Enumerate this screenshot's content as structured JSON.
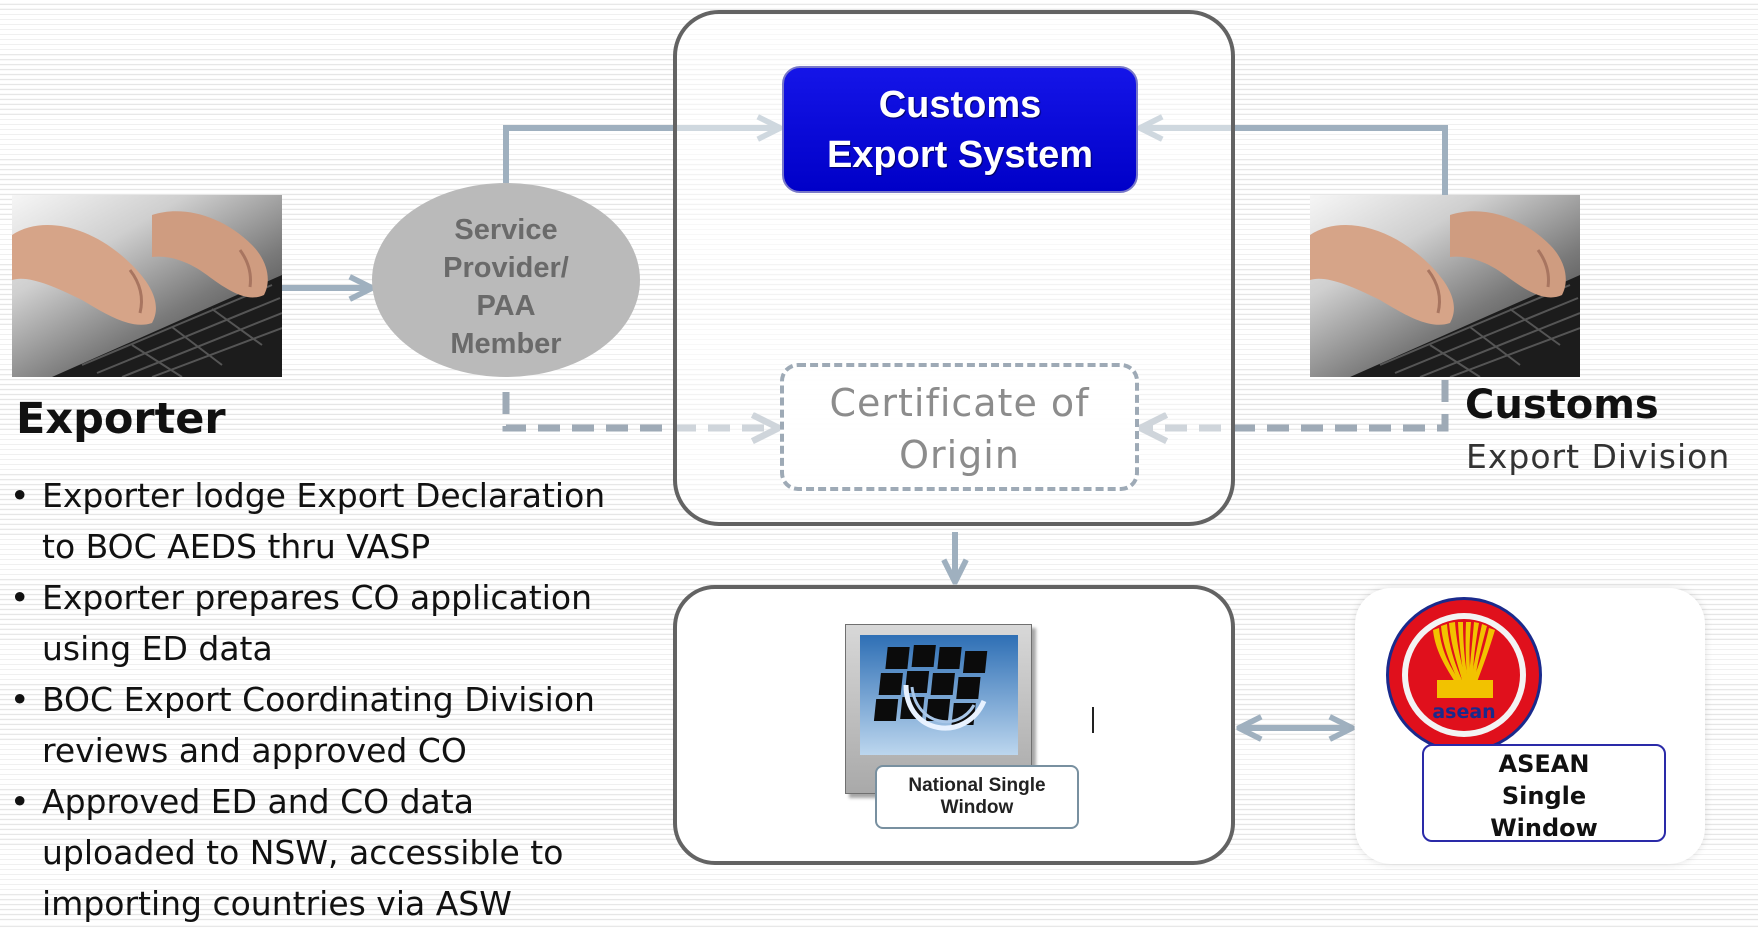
{
  "nodes": {
    "customs_export_system": {
      "lines": [
        "Customs",
        "Export System"
      ]
    },
    "certificate_of_origin": {
      "lines": [
        "Certificate of",
        "Origin"
      ]
    },
    "service_provider": {
      "lines": [
        "Service",
        "Provider/",
        "PAA",
        "Member"
      ]
    },
    "national_single_window": {
      "lines": [
        "National Single",
        "Window"
      ]
    },
    "asean_single_window": {
      "lines": [
        "ASEAN",
        "Single",
        "Window"
      ]
    }
  },
  "exporter": {
    "title": "Exporter"
  },
  "customs": {
    "title": "Customs",
    "subtitle": "Export Division"
  },
  "asean_logo": {
    "text": "asean"
  },
  "bullets": [
    [
      "Exporter lodge Export Declaration",
      "to BOC AEDS thru VASP"
    ],
    [
      "Exporter prepares CO application",
      "using ED data"
    ],
    [
      "BOC Export Coordinating Division",
      "reviews and approved CO"
    ],
    [
      "Approved ED and CO data",
      "uploaded to NSW, accessible to",
      "importing countries via ASW"
    ]
  ],
  "colors": {
    "customs_system_fill": "#0a0ad8",
    "connector_solid": "#9fb0bf",
    "connector_dashed": "#9eaab6",
    "panel_border": "#636363",
    "service_provider_fill": "#bababa",
    "asean_red": "#e0101c",
    "asean_blue": "#1a2a8c",
    "asean_gold": "#f2c200"
  },
  "icons": [
    "keyboard-typing-photo",
    "nsw-grid-icon",
    "asean-emblem-icon"
  ]
}
